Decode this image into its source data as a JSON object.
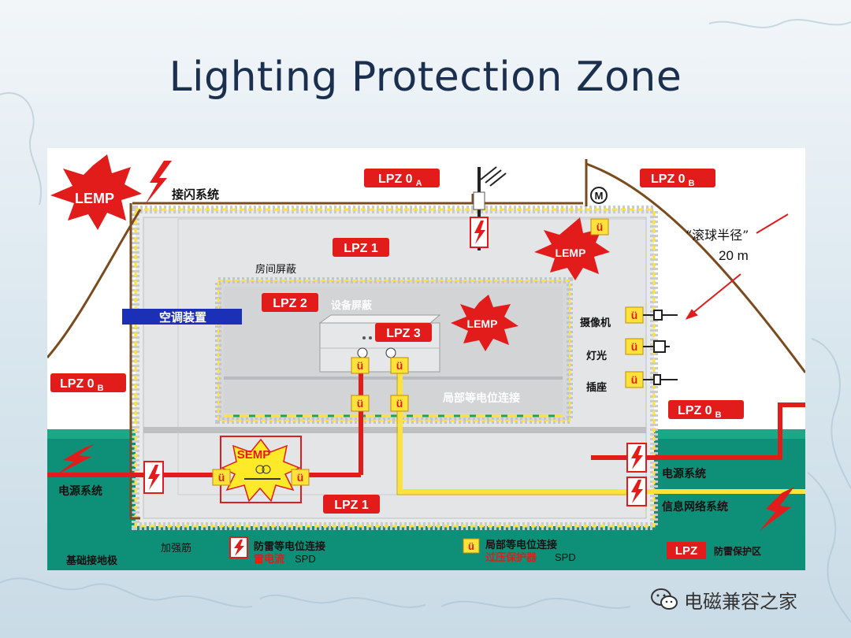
{
  "slide": {
    "title": "Lighting Protection Zone"
  },
  "zones": {
    "lpz0a": {
      "main": "LPZ 0",
      "sub": "A"
    },
    "lpz0b_top": {
      "main": "LPZ 0",
      "sub": "B"
    },
    "lpz0b_left": {
      "main": "LPZ 0",
      "sub": "B"
    },
    "lpz0b_right": {
      "main": "LPZ 0",
      "sub": "B"
    },
    "lpz1_top": "LPZ 1",
    "lpz1_bottom": "LPZ 1",
    "lpz2": "LPZ 2",
    "lpz3": "LPZ 3"
  },
  "bursts": {
    "lemp_outer": "LEMP",
    "lemp_roof": "LEMP",
    "lemp_inner": "LEMP",
    "semp": "SEMP"
  },
  "labels": {
    "air_terminal": "接闪系统",
    "room_shield": "房间屏蔽",
    "equipment_shield": "设备屏蔽",
    "ac_unit": "空调装置",
    "local_bonding": "局部等电位连接",
    "camera": "摄像机",
    "light": "灯光",
    "socket": "插座",
    "rolling_sphere": "“滚球半径”",
    "rolling_radius": "20 m",
    "power_left": "电源系统",
    "power_right": "电源系统",
    "info_network": "信息网络系统",
    "foundation_earth": "基础接地极",
    "rebar": "加强筋",
    "motor": "M"
  },
  "legend": {
    "lightning_bonding": "防雷等电位连接",
    "lightning_current": "雷电流",
    "spd1": "SPD",
    "local_bonding": "局部等电位连接",
    "overvoltage": "过压保护器",
    "spd2": "SPD",
    "lpz_box": "LPZ",
    "lpz_desc": "防雷保护区",
    "u_symbol": "ü"
  },
  "watermark": "电磁兼容之家",
  "colors": {
    "red": "#e21b1b",
    "yellow": "#ffe23a",
    "blue_bar": "#1b2fb7",
    "green_ground": "#0e8f77",
    "title": "#1b2f4e"
  }
}
